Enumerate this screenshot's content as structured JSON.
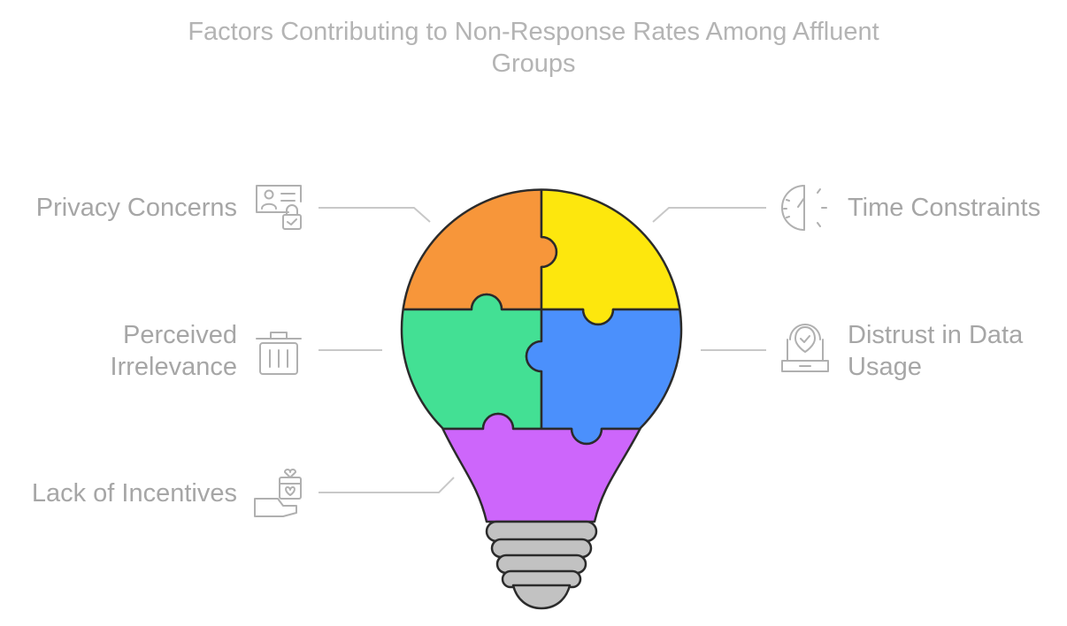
{
  "title": {
    "line1": "Factors Contributing to Non-Response Rates Among Affluent",
    "line2": "Groups"
  },
  "factors": {
    "privacy": {
      "label": "Privacy Concerns",
      "icon": "id-card-lock-icon",
      "color": "#f7963a"
    },
    "time": {
      "label": "Time Constraints",
      "icon": "clock-icon",
      "color": "#fde70d"
    },
    "irrelevance": {
      "line1": "Perceived",
      "line2": "Irrelevance",
      "icon": "trash-icon",
      "color": "#43e094"
    },
    "distrust": {
      "line1": "Distrust in Data",
      "line2": "Usage",
      "icon": "laptop-shield-icon",
      "color": "#4b90fc"
    },
    "incentives": {
      "label": "Lack of Incentives",
      "icon": "gift-hand-icon",
      "color": "#cd66fb"
    }
  },
  "colors": {
    "outline": "#2b2b2b",
    "text": "#a6a6a6",
    "connector": "#c8c8c8",
    "base": "#c2c2c2"
  }
}
